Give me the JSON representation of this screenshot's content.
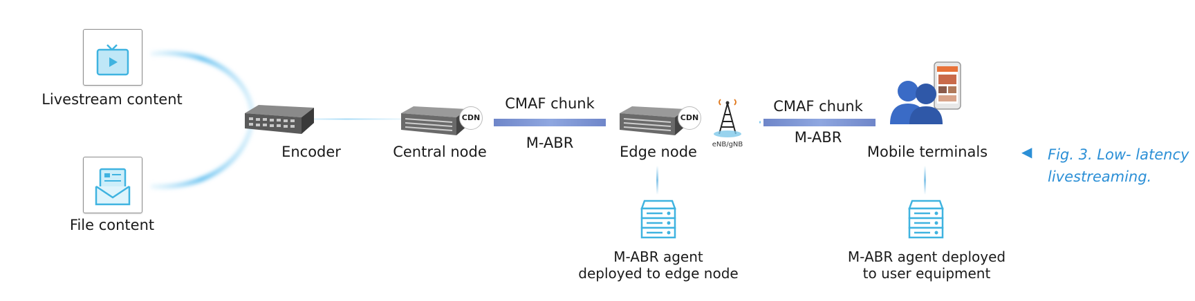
{
  "sources": {
    "livestream_label": "Livestream content",
    "file_label": "File content"
  },
  "nodes": {
    "encoder_label": "Encoder",
    "central_label": "Central node",
    "edge_label": "Edge node",
    "base_station_label": "eNB/gNB",
    "mobile_label": "Mobile terminals",
    "cdn_badge": "CDN"
  },
  "links": {
    "chunk_label_1": "CMAF chunk",
    "abr_label_1": "M-ABR",
    "chunk_label_2": "CMAF chunk",
    "abr_label_2": "M-ABR"
  },
  "agents": {
    "edge_agent_line1": "M-ABR agent",
    "edge_agent_line2": "deployed to edge node",
    "ue_agent_line1": "M-ABR agent deployed",
    "ue_agent_line2": "to user equipment"
  },
  "caption": {
    "marker": "◀",
    "line1": "Fig. 3. Low- latency",
    "line2": "livestreaming."
  },
  "colors": {
    "accent": "#2b8fd6",
    "bar": "#7b93d4",
    "icon": "#3fb3e0"
  }
}
